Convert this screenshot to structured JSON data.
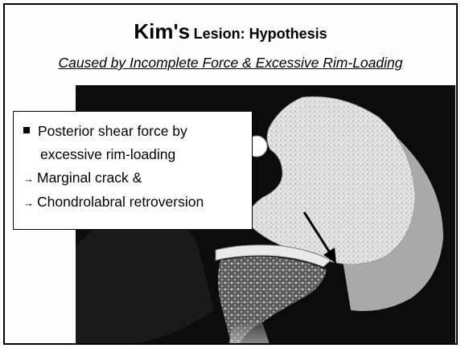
{
  "title": {
    "main": "Kim's",
    "rest": "Lesion: Hypothesis"
  },
  "subtitle": "Caused by Incomplete Force & Excessive Rim-Loading",
  "textbox": {
    "bullet_glyph": "square-bullet",
    "arrow_glyph": "→",
    "line1": "Posterior shear force by",
    "line2": "excessive rim-loading",
    "line3": "Marginal crack &",
    "line4": "Chondrolabral retroversion"
  },
  "colors": {
    "bone_light": "#d9d9d9",
    "bone_dark": "#5a5a5a",
    "cartilage": "#b0b0b0",
    "outline": "#000000"
  }
}
